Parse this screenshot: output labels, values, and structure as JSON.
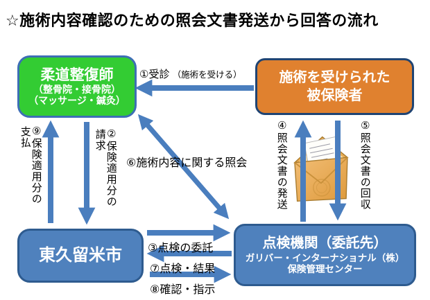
{
  "title": "☆施術内容確認のための照会文書発送から回答の流れ",
  "nodes": {
    "practitioner": {
      "line1": "柔道整復師",
      "line2": "（整骨院・接骨院）",
      "line3": "（マッサージ・鍼灸）"
    },
    "insured": {
      "line1": "施術を受けられた",
      "line2": "被保険者"
    },
    "city": {
      "label": "東久留米市"
    },
    "inspection": {
      "line1": "点検機関（委託先）",
      "line2": "ガリバー・インターナショナル（株）",
      "line3": "保険管理センター"
    }
  },
  "steps": {
    "s1_main": "①受診",
    "s1_sub": "（施術を受ける）",
    "s2_col1": "②保険適用分の",
    "s2_col2": "請求",
    "s3": "③点検の委託",
    "s4": "④照会文書の発送",
    "s5": "⑤照会文書の回収",
    "s6": "⑥施術内容に関する照会",
    "s7": "⑦点検・結果",
    "s8": "⑧確認・指示",
    "s9_col1": "⑨保険適用分の",
    "s9_col2": "支払"
  },
  "icons": {
    "envelope": "open-envelope-icon"
  },
  "colors": {
    "arrow_blue": "#4A7EBE",
    "practitioner_green": "#33CC33",
    "insured_orange": "#E0812F",
    "box_blue": "#4F81BD",
    "green_box_border": "#3D6EB5",
    "orange_box_border": "#1F4473",
    "blue_box_border": "#2E5B8F",
    "envelope_tan": "#E8AC55",
    "text": "#000000",
    "background": "#FFFFFF"
  }
}
